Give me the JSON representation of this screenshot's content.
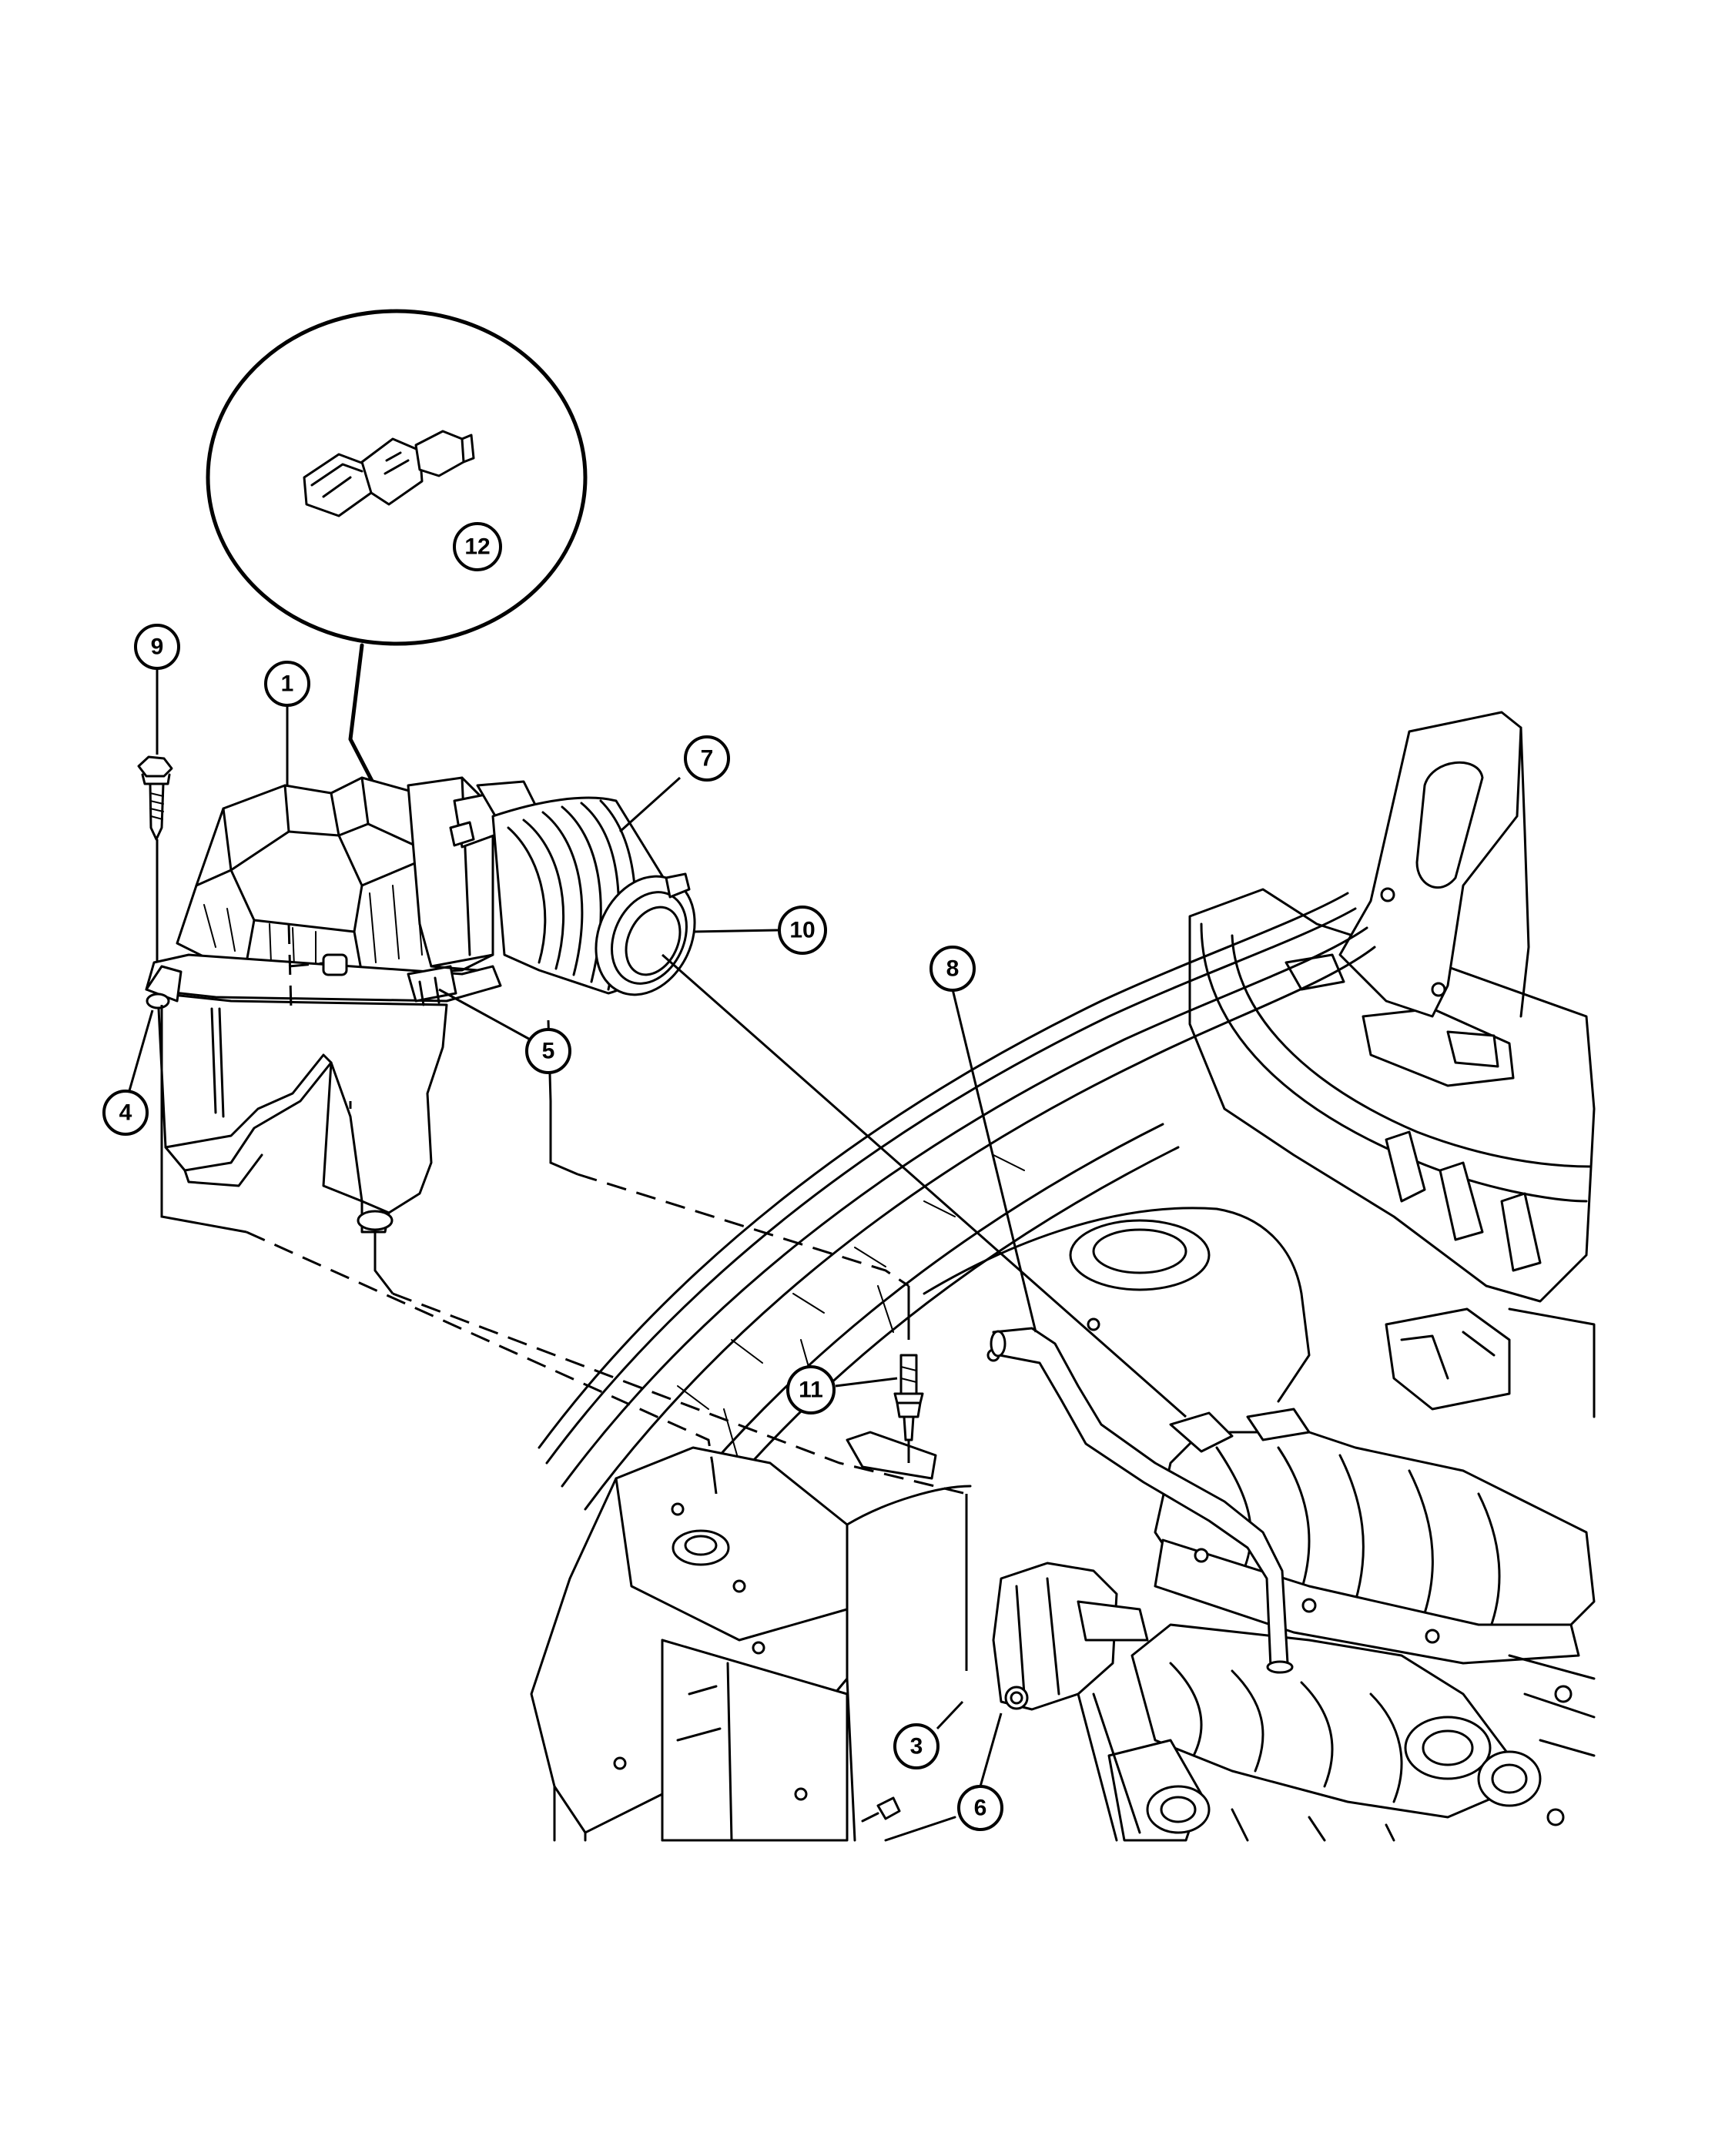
{
  "callouts": [
    {
      "id": "c1",
      "label": "1"
    },
    {
      "id": "c3",
      "label": "3"
    },
    {
      "id": "c4",
      "label": "4"
    },
    {
      "id": "c5",
      "label": "5"
    },
    {
      "id": "c6",
      "label": "6"
    },
    {
      "id": "c7",
      "label": "7"
    },
    {
      "id": "c8",
      "label": "8"
    },
    {
      "id": "c9",
      "label": "9"
    },
    {
      "id": "c10",
      "label": "10"
    },
    {
      "id": "c11",
      "label": "11"
    },
    {
      "id": "c12",
      "label": "12"
    }
  ]
}
